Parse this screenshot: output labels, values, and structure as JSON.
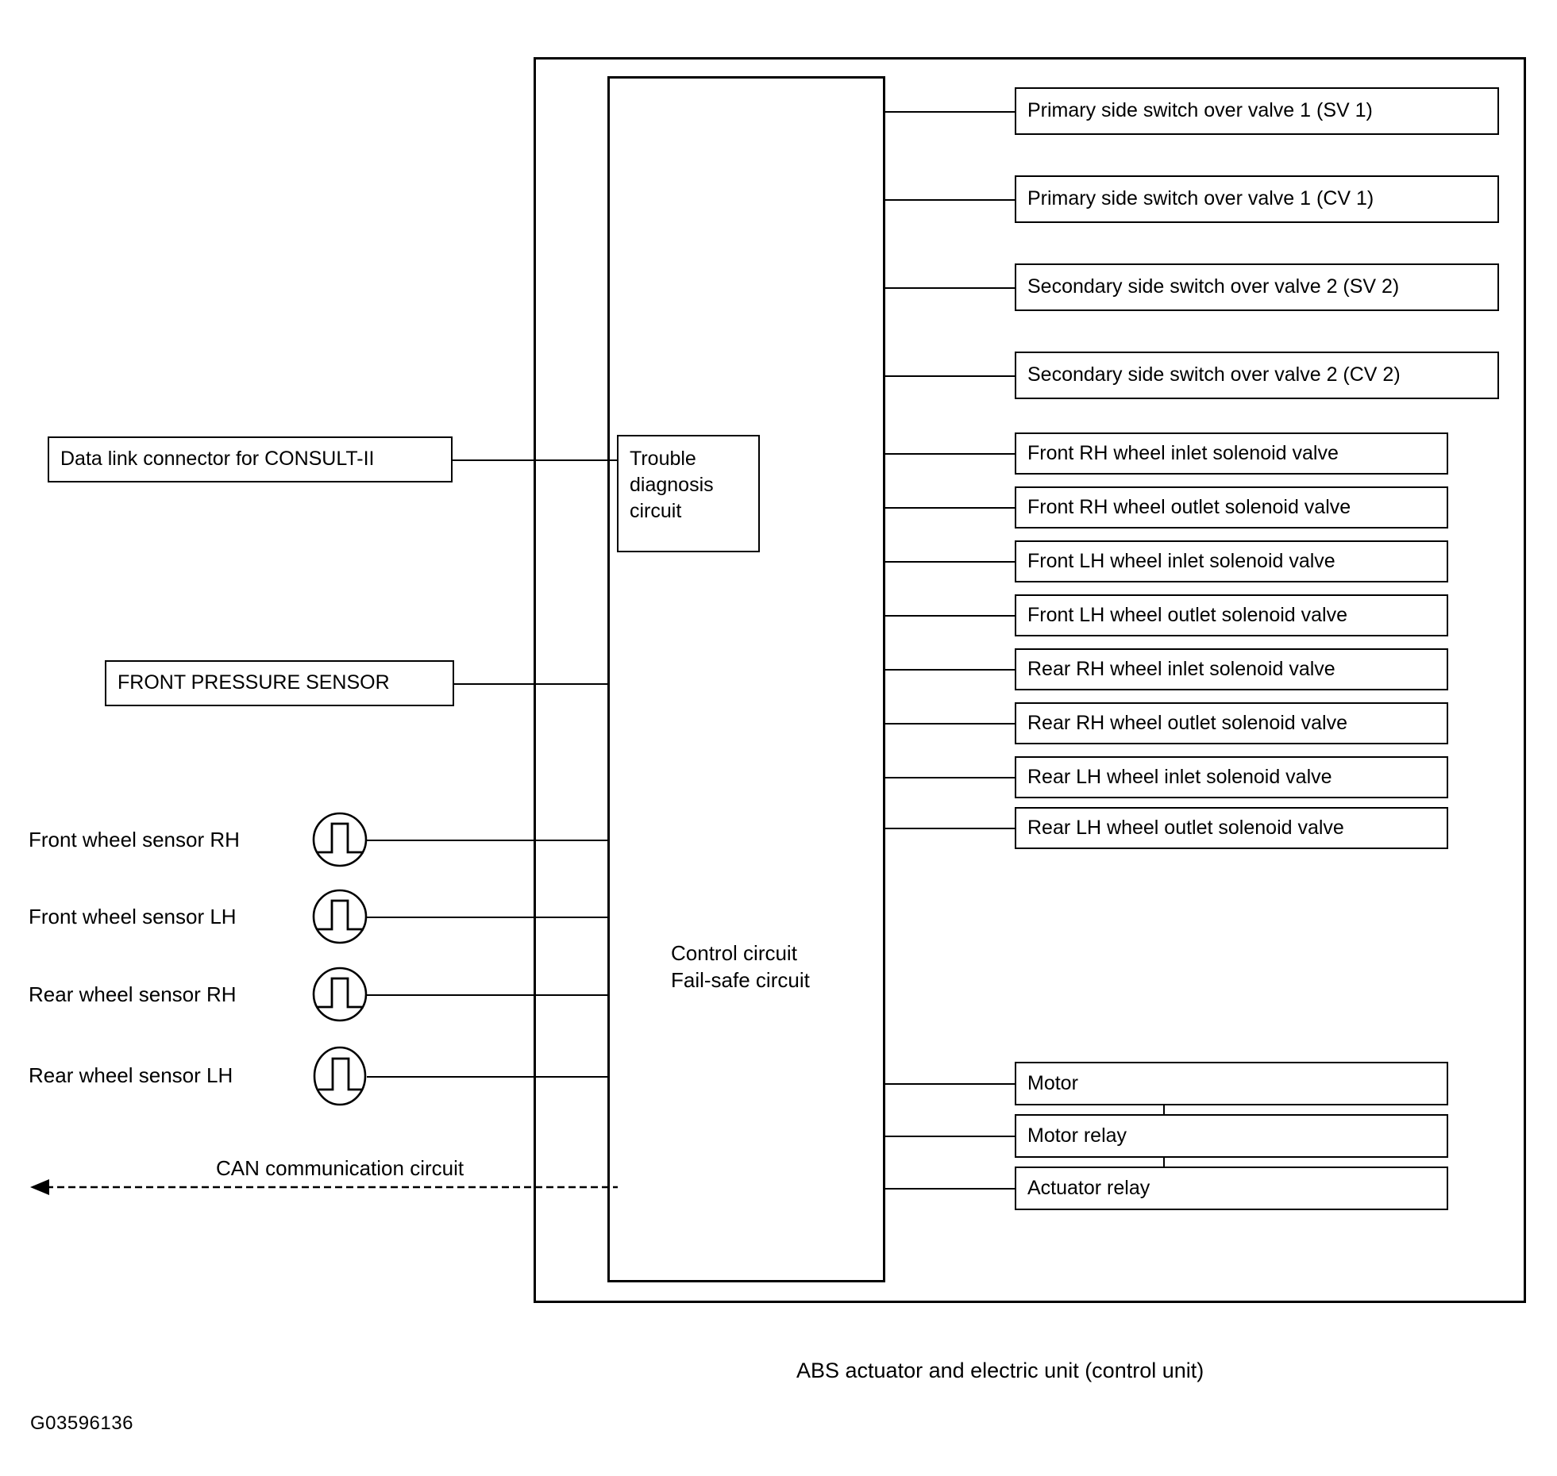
{
  "diagram": {
    "title_caption": "ABS actuator and electric unit (control unit)",
    "id_code": "G03596136",
    "control_unit": {
      "line1": "Control circuit",
      "line2": "Fail-safe circuit"
    },
    "trouble_diagnosis": {
      "line1": "Trouble",
      "line2": "diagnosis",
      "line3": "circuit"
    },
    "inputs": [
      {
        "label": "Data link connector for CONSULT-II"
      },
      {
        "label": "FRONT PRESSURE SENSOR"
      }
    ],
    "wheel_sensors": [
      {
        "label": "Front  wheel sensor RH",
        "icon": "square-wave-icon"
      },
      {
        "label": "Front wheel sensor LH",
        "icon": "square-wave-icon"
      },
      {
        "label": "Rear  wheel sensor RH",
        "icon": "square-wave-icon"
      },
      {
        "label": "Rear wheel sensor LH",
        "icon": "square-wave-icon"
      }
    ],
    "can_bus": {
      "label": "CAN communication circuit",
      "icon": "left-arrow-icon"
    },
    "switch_over_valves": [
      {
        "label": "Primary side  switch over valve 1 (SV 1)"
      },
      {
        "label": "Primary side  switch over valve 1 (CV 1)"
      },
      {
        "label": "Secondary side  switch over valve 2 (SV 2)"
      },
      {
        "label": "Secondary side  switch over valve 2 (CV 2)"
      }
    ],
    "solenoid_valves": [
      {
        "label": "Front RH wheel inlet solenoid valve"
      },
      {
        "label": "Front RH wheel outlet solenoid valve"
      },
      {
        "label": "Front LH wheel inlet solenoid valve"
      },
      {
        "label": "Front LH wheel outlet solenoid valve"
      },
      {
        "label": "Rear RH wheel inlet solenoid valve"
      },
      {
        "label": "Rear RH wheel outlet solenoid valve"
      },
      {
        "label": "Rear LH wheel inlet solenoid valve"
      },
      {
        "label": "Rear LH wheel outlet solenoid valve"
      }
    ],
    "actuators": [
      {
        "label": "Motor"
      },
      {
        "label": "Motor relay"
      },
      {
        "label": "Actuator relay"
      }
    ]
  }
}
